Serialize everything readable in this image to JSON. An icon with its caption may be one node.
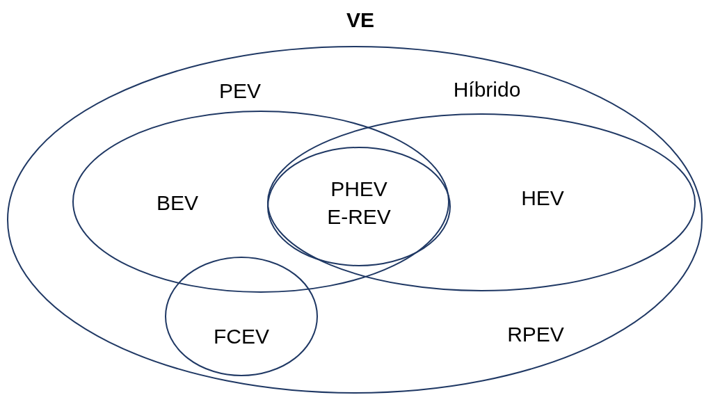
{
  "diagram": {
    "nodes": [
      {
        "text": [
          "VE",
          "RPEV"
        ]
      },
      {
        "text": [
          "PEV",
          "BEV"
        ],
        "in": 0
      },
      {
        "text": [
          "Híbrido",
          "HEV"
        ],
        "in": 0
      },
      {
        "text": [
          "PHEV",
          "E-REV"
        ]
      },
      {
        "text": [
          "FCEV"
        ],
        "in": 0
      }
    ]
  }
}
